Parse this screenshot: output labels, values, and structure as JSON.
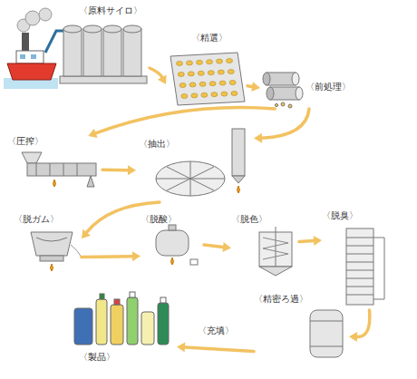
{
  "diagram": {
    "nodes": [
      {
        "text": [
          "〈原料サイロ〉"
        ]
      },
      {
        "text": [
          "〈精選〉"
        ]
      },
      {
        "text": [
          "〈前処理〉"
        ]
      },
      {
        "text": [
          "〈圧搾〉"
        ]
      },
      {
        "text": [
          "〈抽出〉"
        ]
      },
      {
        "text": [
          "〈脱ガム〉"
        ]
      },
      {
        "text": [
          "〈脱酸〉"
        ]
      },
      {
        "text": [
          "〈脱色〉"
        ]
      },
      {
        "text": [
          "〈脱臭〉"
        ]
      },
      {
        "text": [
          "〈精密ろ過〉"
        ]
      },
      {
        "text": [
          "〈製品〉"
        ]
      }
    ],
    "edges": [
      {
        "from": 0,
        "to": 1,
        "arrow": "to"
      },
      {
        "from": 1,
        "to": 2,
        "arrow": "to"
      },
      {
        "from": 2,
        "to": 3,
        "arrow": "to"
      },
      {
        "from": 2,
        "to": 4,
        "arrow": "to"
      },
      {
        "from": 3,
        "to": 4,
        "arrow": "to"
      },
      {
        "from": 4,
        "to": 5,
        "arrow": "to"
      },
      {
        "from": 5,
        "to": 6,
        "arrow": "to"
      },
      {
        "from": 6,
        "to": 7,
        "arrow": "to"
      },
      {
        "from": 7,
        "to": 8,
        "arrow": "to"
      },
      {
        "from": 8,
        "to": 9,
        "arrow": "to"
      },
      {
        "from": 9,
        "to": 10,
        "label": "〈充填〉",
        "arrow": "to"
      }
    ]
  }
}
